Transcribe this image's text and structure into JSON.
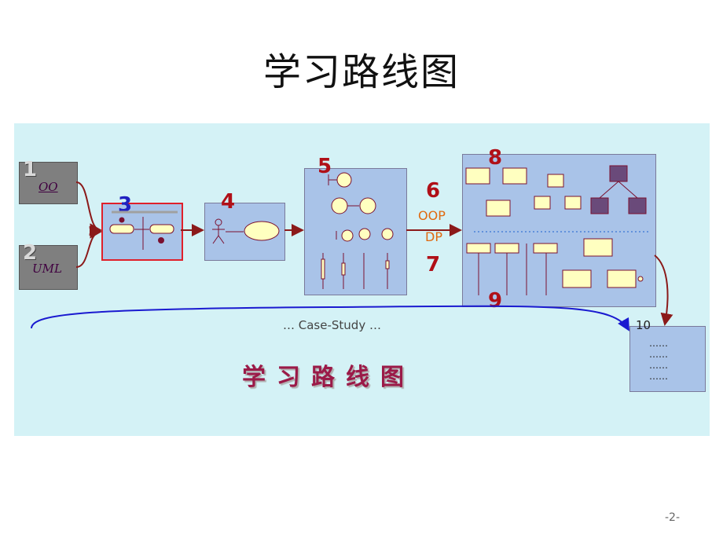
{
  "title": "学习路线图",
  "steps": {
    "s1": {
      "num": "1",
      "label": "OO"
    },
    "s2": {
      "num": "2",
      "label": "UML"
    },
    "s3": {
      "num": "3"
    },
    "s4": {
      "num": "4"
    },
    "s5": {
      "num": "5"
    },
    "s6": {
      "num": "6",
      "oop": "OOP",
      "dp": "DP"
    },
    "s7": {
      "num": "7"
    },
    "s8": {
      "num": "8"
    },
    "s9": {
      "num": "9"
    },
    "s10": {
      "num": "10",
      "dots": "……\n……\n……\n……"
    }
  },
  "case_study": "… Case-Study …",
  "bottom_title": "学习路线图",
  "page_number": "-2-"
}
